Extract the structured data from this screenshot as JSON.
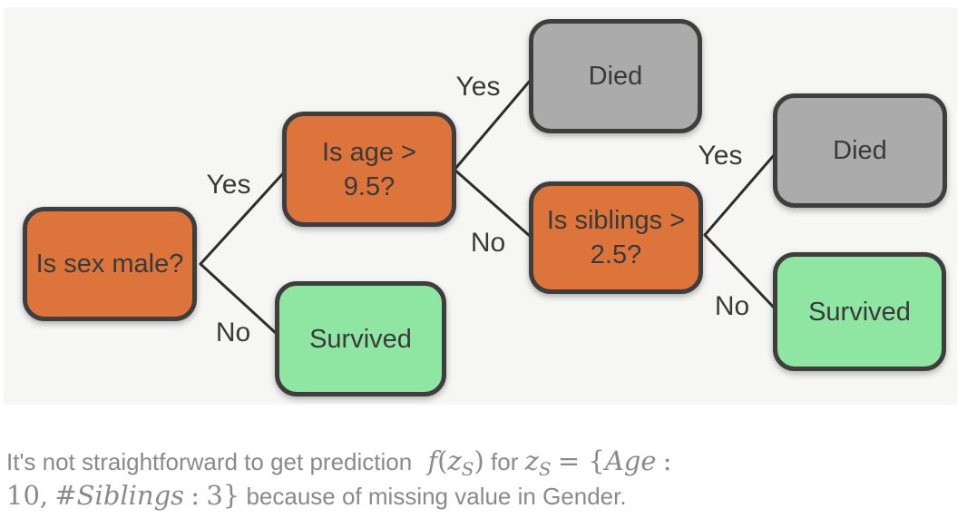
{
  "diagram": {
    "nodes": [
      {
        "id": "sex",
        "label": "Is sex male?",
        "type": "question"
      },
      {
        "id": "age",
        "label": "Is age >\n9.5?",
        "type": "question"
      },
      {
        "id": "died-top",
        "label": "Died",
        "type": "died"
      },
      {
        "id": "siblings",
        "label": "Is siblings >\n2.5?",
        "type": "question"
      },
      {
        "id": "died-right",
        "label": "Died",
        "type": "died"
      },
      {
        "id": "survived-mid",
        "label": "Survived",
        "type": "survived"
      },
      {
        "id": "survived-right",
        "label": "Survived",
        "type": "survived"
      }
    ],
    "edge_labels": [
      {
        "from": "sex",
        "to": "age",
        "label": "Yes"
      },
      {
        "from": "sex",
        "to": "survived-mid",
        "label": "No"
      },
      {
        "from": "age",
        "to": "died-top",
        "label": "Yes"
      },
      {
        "from": "age",
        "to": "siblings",
        "label": "No"
      },
      {
        "from": "siblings",
        "to": "died-right",
        "label": "Yes"
      },
      {
        "from": "siblings",
        "to": "survived-right",
        "label": "No"
      }
    ],
    "colors": {
      "question_fill": "#dd743c",
      "died_fill": "#ababab",
      "survived_fill": "#8ee6a2",
      "node_border": "#3e3e3e",
      "edge_line": "#2e2e2e",
      "panel_background": "#f6f6f5",
      "node_text": "#3a3a3a",
      "caption_text": "#8a8a8a"
    }
  },
  "caption": {
    "intro": "It's not straightforward to get prediction",
    "f": "f",
    "lp": "(",
    "z1": "z",
    "s1": "S",
    "rp": ")",
    "for_text": "for",
    "z2": "z",
    "s2": "S",
    "eq_brace": "= {",
    "age": "Age",
    "colon1": ":",
    "ten": "10,",
    "hash": "#",
    "siblings": "Siblings",
    "colon2": ":",
    "end_brace": "3}",
    "outro": "because of missing value in Gender."
  }
}
